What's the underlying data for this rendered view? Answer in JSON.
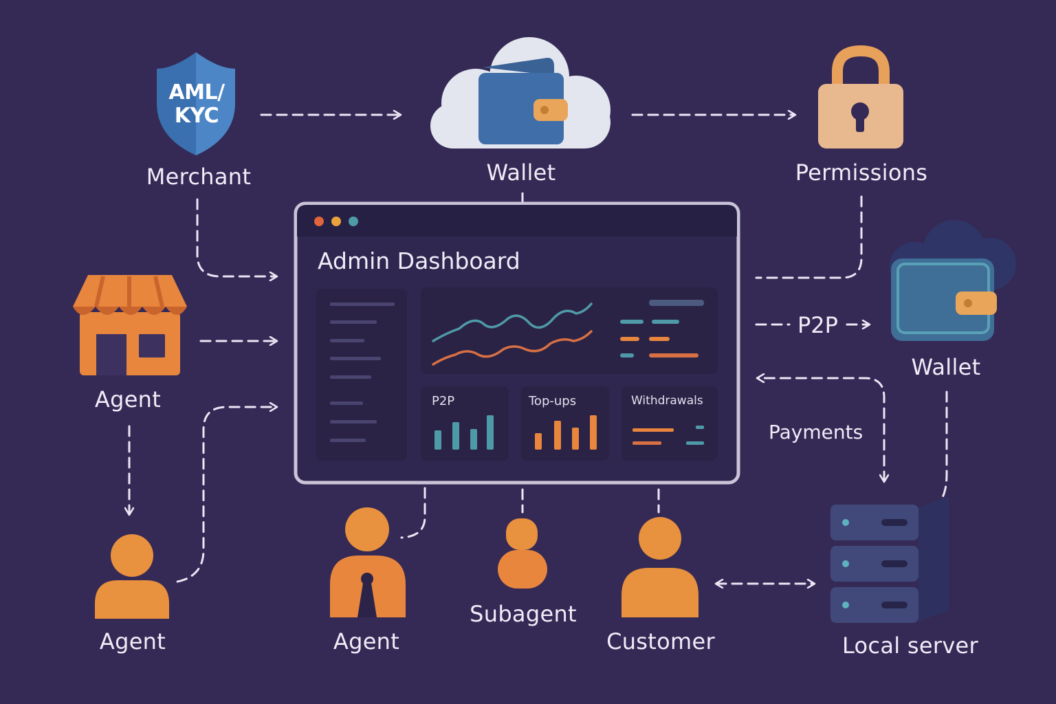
{
  "nodes": {
    "merchant": {
      "badge_line1": "AML/",
      "badge_line2": "KYC",
      "label": "Merchant"
    },
    "wallet_top": {
      "label": "Wallet"
    },
    "permissions": {
      "label": "Permissions"
    },
    "wallet_right": {
      "label": "Wallet"
    },
    "agent_shop": {
      "label": "Agent"
    },
    "agent_person_left": {
      "label": "Agent"
    },
    "agent_person_center": {
      "label": "Agent"
    },
    "subagent": {
      "label": "Subagent"
    },
    "customer": {
      "label": "Customer"
    },
    "local_server": {
      "label": "Local server"
    }
  },
  "edges": {
    "p2p": "P2P",
    "payments": "Payments"
  },
  "dashboard": {
    "title": "Admin Dashboard",
    "cards": {
      "p2p": "P2P",
      "topups": "Top-ups",
      "withdrawals": "Withdrawals"
    }
  },
  "colors": {
    "background": "#352a55",
    "panel": "#2c2448",
    "accent_orange": "#e8863e",
    "accent_teal": "#4f9aa8",
    "accent_blue": "#3f6ea8",
    "lock_tan": "#e8b98f"
  },
  "icons": [
    "shield-icon",
    "cloud-wallet-icon",
    "lock-icon",
    "wallet-icon",
    "storefront-icon",
    "person-icon",
    "server-icon"
  ]
}
